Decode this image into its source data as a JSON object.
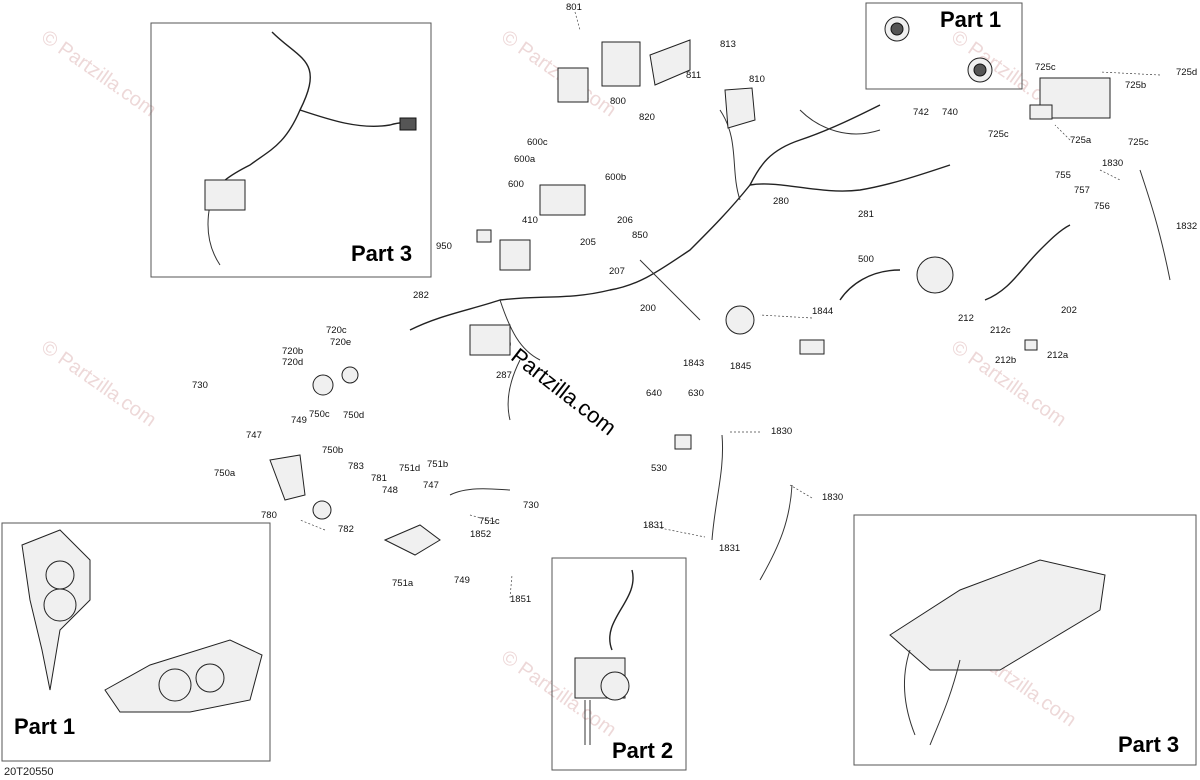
{
  "watermark": {
    "text": "© Partzilla.com",
    "center_text": "© Partzilla.com"
  },
  "footer_code": "20T20550",
  "panels": {
    "top_left": {
      "title": "Part 3"
    },
    "top_right": {
      "title": "Part 1"
    },
    "bottom_left": {
      "title": "Part 1"
    },
    "bottom_middle": {
      "title": "Part 2"
    },
    "bottom_right": {
      "title": "Part 3"
    }
  },
  "callouts": [
    "801",
    "813",
    "811",
    "810",
    "800",
    "820",
    "725c",
    "725d",
    "725b",
    "725a",
    "725c",
    "725c",
    "742",
    "740",
    "600c",
    "600a",
    "600b",
    "600",
    "410",
    "206",
    "205",
    "850",
    "207",
    "280",
    "281",
    "755",
    "757",
    "756",
    "1830",
    "1832",
    "950",
    "282",
    "200",
    "500",
    "212",
    "212c",
    "212b",
    "212a",
    "202",
    "720c",
    "720e",
    "720b",
    "720d",
    "1844",
    "1843",
    "1845",
    "287",
    "730",
    "749",
    "750c",
    "750d",
    "747",
    "750b",
    "640",
    "630",
    "750a",
    "783",
    "751d",
    "751b",
    "781",
    "748",
    "747",
    "730",
    "1830",
    "530",
    "780",
    "782",
    "751c",
    "1830",
    "1831",
    "1852",
    "1831",
    "751a",
    "749",
    "1851"
  ]
}
